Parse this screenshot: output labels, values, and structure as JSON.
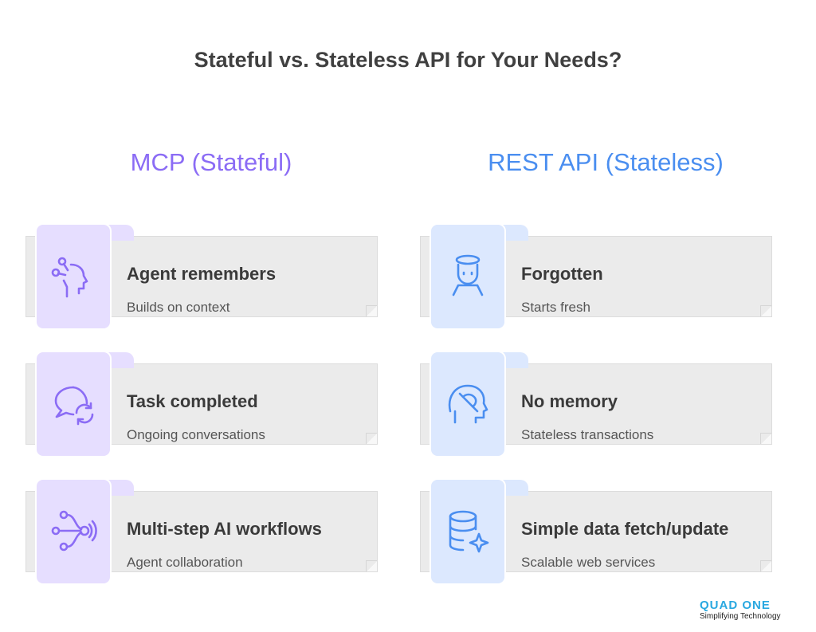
{
  "title": "Stateful vs. Stateless API for Your Needs?",
  "colors": {
    "mcp": "#8b6cf5",
    "rest": "#4a8ef0"
  },
  "mcp": {
    "heading": "MCP (Stateful)",
    "items": [
      {
        "title": "Agent remembers",
        "subtitle": "Builds on context",
        "icon": "head-memory-icon"
      },
      {
        "title": "Task completed",
        "subtitle": "Ongoing conversations",
        "icon": "chat-refresh-icon"
      },
      {
        "title": "Multi-step AI workflows",
        "subtitle": "Agent collaboration",
        "icon": "workflow-icon"
      }
    ]
  },
  "rest": {
    "heading": "REST API (Stateless)",
    "items": [
      {
        "title": "Forgotten",
        "subtitle": "Starts fresh",
        "icon": "person-icon"
      },
      {
        "title": "No memory",
        "subtitle": "Stateless transactions",
        "icon": "head-no-memory-icon"
      },
      {
        "title": "Simple data fetch/update",
        "subtitle": "Scalable web services",
        "icon": "database-sparkle-icon"
      }
    ]
  },
  "logo": {
    "name": "QUAD ONE",
    "tagline": "Simplifying Technology"
  }
}
